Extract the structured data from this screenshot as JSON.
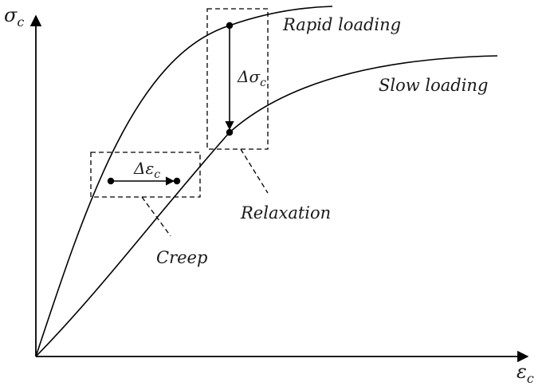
{
  "axes": {
    "y_label": "σ",
    "y_sub": "c",
    "x_label": "ε",
    "x_sub": "c"
  },
  "curves": {
    "rapid_label": "Rapid loading",
    "slow_label": "Slow loading"
  },
  "annotations": {
    "stress_drop_symbol": "Δσ",
    "stress_drop_sub": "c",
    "strain_increase_symbol": "Δε",
    "strain_increase_sub": "c",
    "relaxation_label": "Relaxation",
    "creep_label": "Creep"
  }
}
